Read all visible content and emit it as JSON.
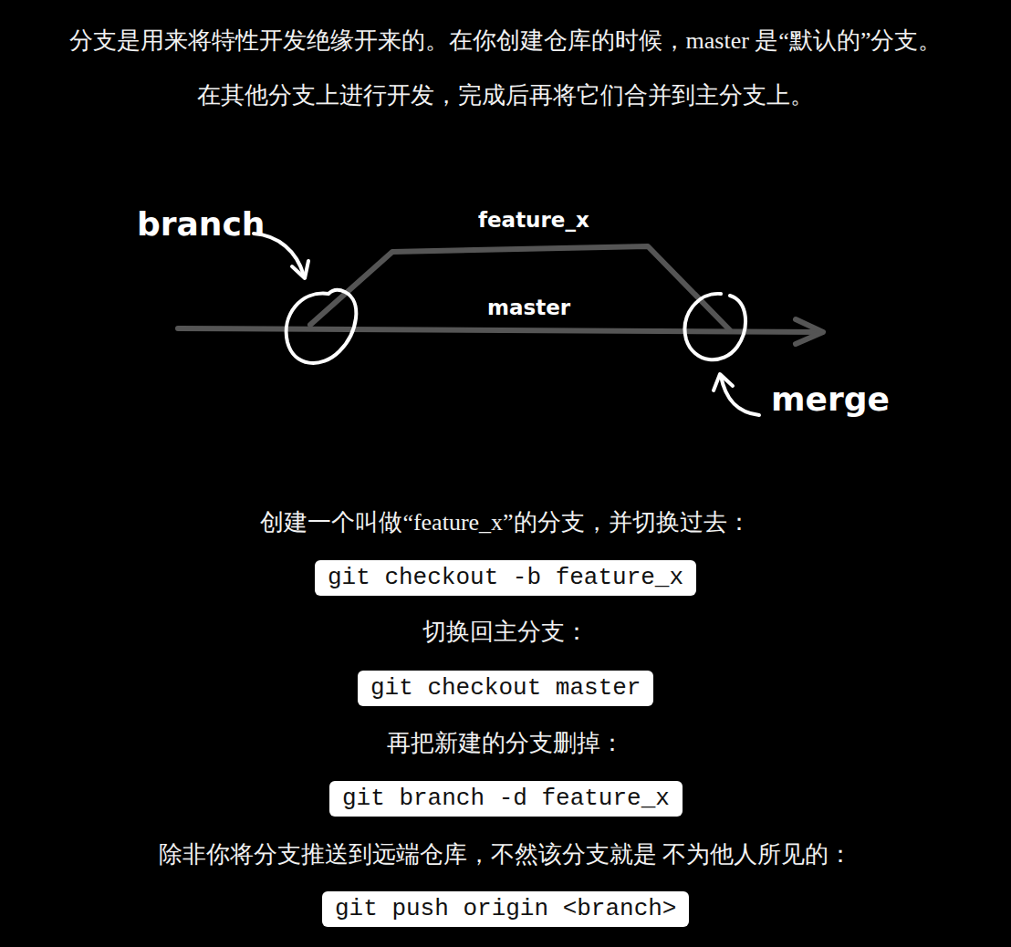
{
  "diagram": {
    "nodes": [
      {
        "text": [
          "git checkout -b feature_x"
        ]
      },
      {
        "text": [
          "git checkout master"
        ]
      },
      {
        "text": [
          "git branch -d feature_x"
        ]
      },
      {
        "text": [
          "git push origin <branch>"
        ]
      }
    ],
    "labels": [
      "分支是用来将特性开发绝缘开来的。在你创建仓库的时候，master 是“默认的”分支。在其他分支上进行开发，完成后再将它们合并到主分支上。",
      "branch",
      "feature_x",
      "master",
      "merge",
      "创建一个叫做“feature_x”的分支，并切换过去：",
      "切换回主分支：",
      "再把新建的分支删掉：",
      "除非你将分支推送到远端仓库，不然该分支就是 不为他人所见的："
    ]
  }
}
